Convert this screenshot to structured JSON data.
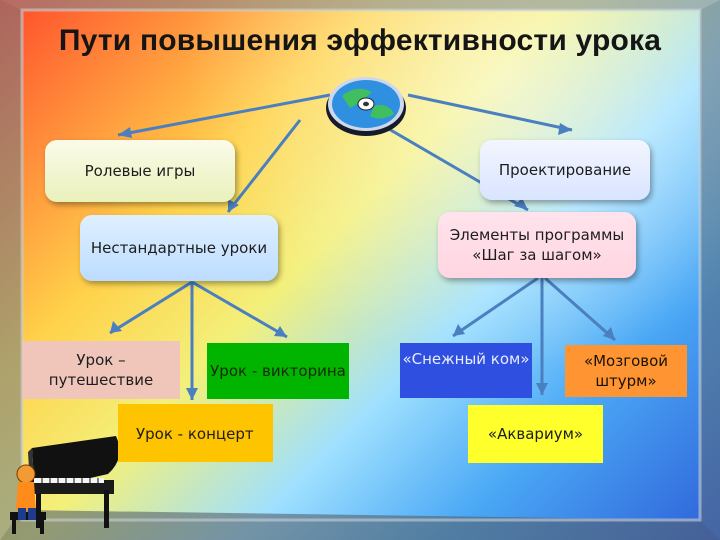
{
  "title": "Пути повышения эффективности урока",
  "nodes": {
    "roles": "Ролевые игры",
    "design": "Проектирование",
    "nonstandard": "Нестандартные  уроки",
    "steps": "Элементы программы «Шаг за шагом»",
    "travel": "Урок – путешествие",
    "quiz": "Урок - викторина",
    "concert": "Урок - концерт",
    "snowball": "«Снежный ком»",
    "brainstorm": "«Мозговой штурм»",
    "aquarium": "«Аквариум»"
  },
  "colors": {
    "arrow": "#4a7fc0",
    "quiz": "#00b400",
    "concert": "#ffc400",
    "snowball": "#2f4fe0",
    "brainstorm": "#ff9433",
    "aquarium": "#ffff2b",
    "travel": "#efc6b9"
  },
  "icons": [
    "cd-disc-icon",
    "piano-icon"
  ]
}
